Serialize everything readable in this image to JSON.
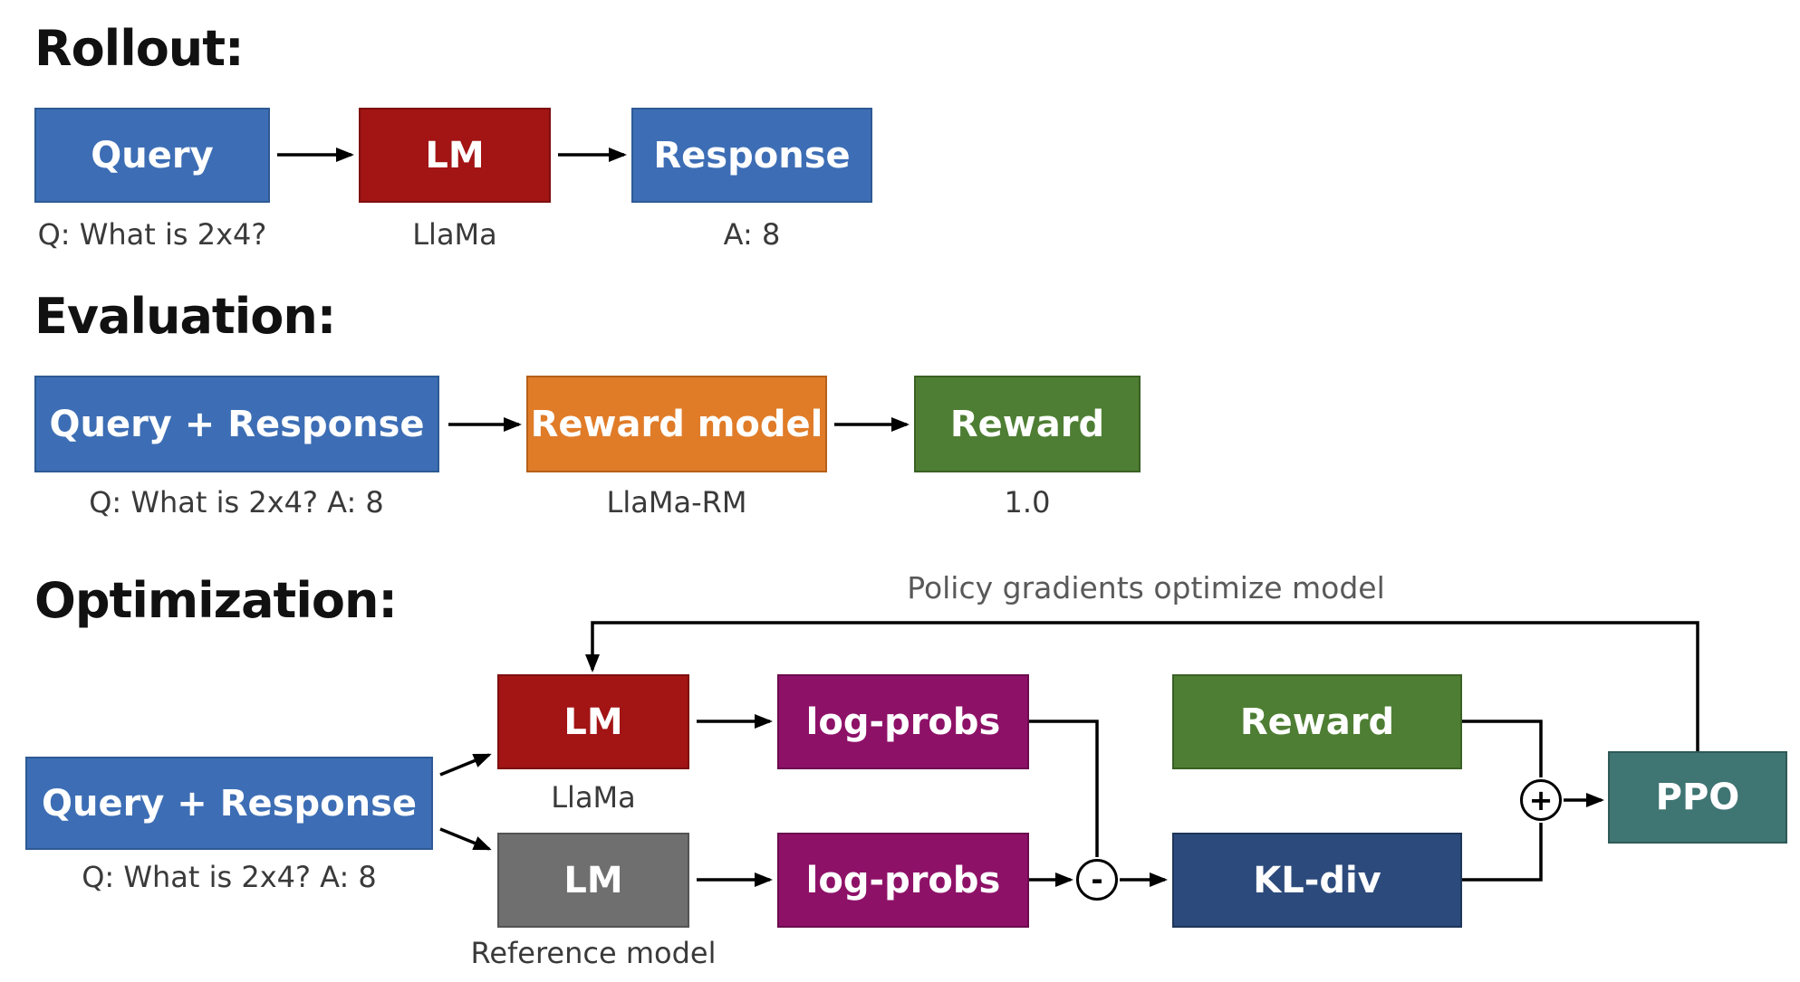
{
  "colors": {
    "blue": "#3D6EB5",
    "blue_border": "#2E5A94",
    "red": "#A31414",
    "red_border": "#7E0F0F",
    "orange": "#E07C28",
    "orange_border": "#B5601A",
    "green": "#4E7E33",
    "green_border": "#3A6124",
    "magenta": "#8E1168",
    "magenta_border": "#6B0C4E",
    "gray": "#6F6F6F",
    "gray_border": "#545454",
    "navy": "#2C4B7C",
    "navy_border": "#1F3659",
    "teal": "#3F7573",
    "teal_border": "#2E5A58",
    "heading": "#111111",
    "caption": "#3A3A3A",
    "annotation": "#595959",
    "line": "#000000"
  },
  "rollout": {
    "title": "Rollout:",
    "query": {
      "label": "Query",
      "caption": "Q: What is 2x4?"
    },
    "lm": {
      "label": "LM",
      "caption": "LlaMa"
    },
    "response": {
      "label": "Response",
      "caption": "A: 8"
    }
  },
  "evaluation": {
    "title": "Evaluation:",
    "query_response": {
      "label": "Query + Response",
      "caption": "Q: What is 2x4? A: 8"
    },
    "reward_model": {
      "label": "Reward model",
      "caption": "LlaMa-RM"
    },
    "reward": {
      "label": "Reward",
      "caption": "1.0"
    }
  },
  "optimization": {
    "title": "Optimization:",
    "annotation": "Policy gradients optimize model",
    "query_response": {
      "label": "Query + Response",
      "caption": "Q: What is 2x4? A: 8"
    },
    "lm_policy": {
      "label": "LM",
      "caption": "LlaMa"
    },
    "lm_reference": {
      "label": "LM",
      "caption": "Reference model"
    },
    "logprobs_policy": {
      "label": "log-probs"
    },
    "logprobs_reference": {
      "label": "log-probs"
    },
    "reward": {
      "label": "Reward"
    },
    "kl_div": {
      "label": "KL-div"
    },
    "ppo": {
      "label": "PPO"
    },
    "minus_operator": "-",
    "plus_operator": "+"
  }
}
